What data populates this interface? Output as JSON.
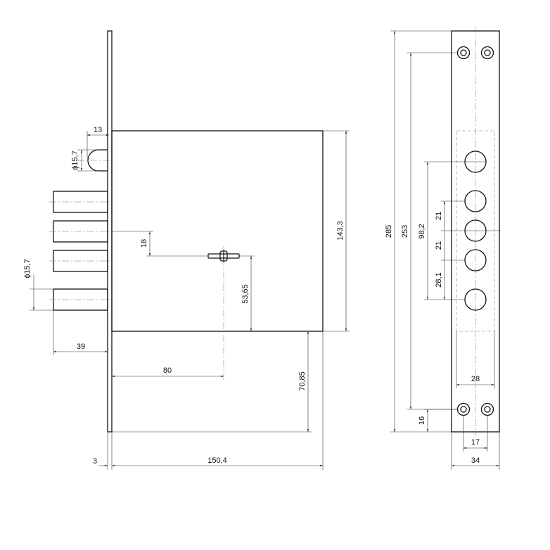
{
  "side_view": {
    "dimensions": {
      "bolt_length": "39",
      "bolt_diameter": "ϕ15,7",
      "latch_diameter": "ϕ15,7",
      "latch_offset": "13",
      "case_height": "143,3",
      "keyhole_offset_vertical": "18",
      "keyhole_to_bottom": "53,65",
      "keyhole_from_faceplate": "80",
      "case_to_plate_bottom": "70,85",
      "plate_thickness": "3",
      "case_depth": "150,4"
    }
  },
  "front_view": {
    "dimensions": {
      "plate_length": "285",
      "screw_hole_spacing": "253",
      "bolt_span": "98,2",
      "bolt_pitch_1": "21",
      "bolt_pitch_2": "21",
      "bolt_pitch_3": "28,1",
      "bottom_hole_offset": "16",
      "bolt_window_width": "28",
      "screw_hole_width": "17",
      "plate_width": "34"
    }
  }
}
